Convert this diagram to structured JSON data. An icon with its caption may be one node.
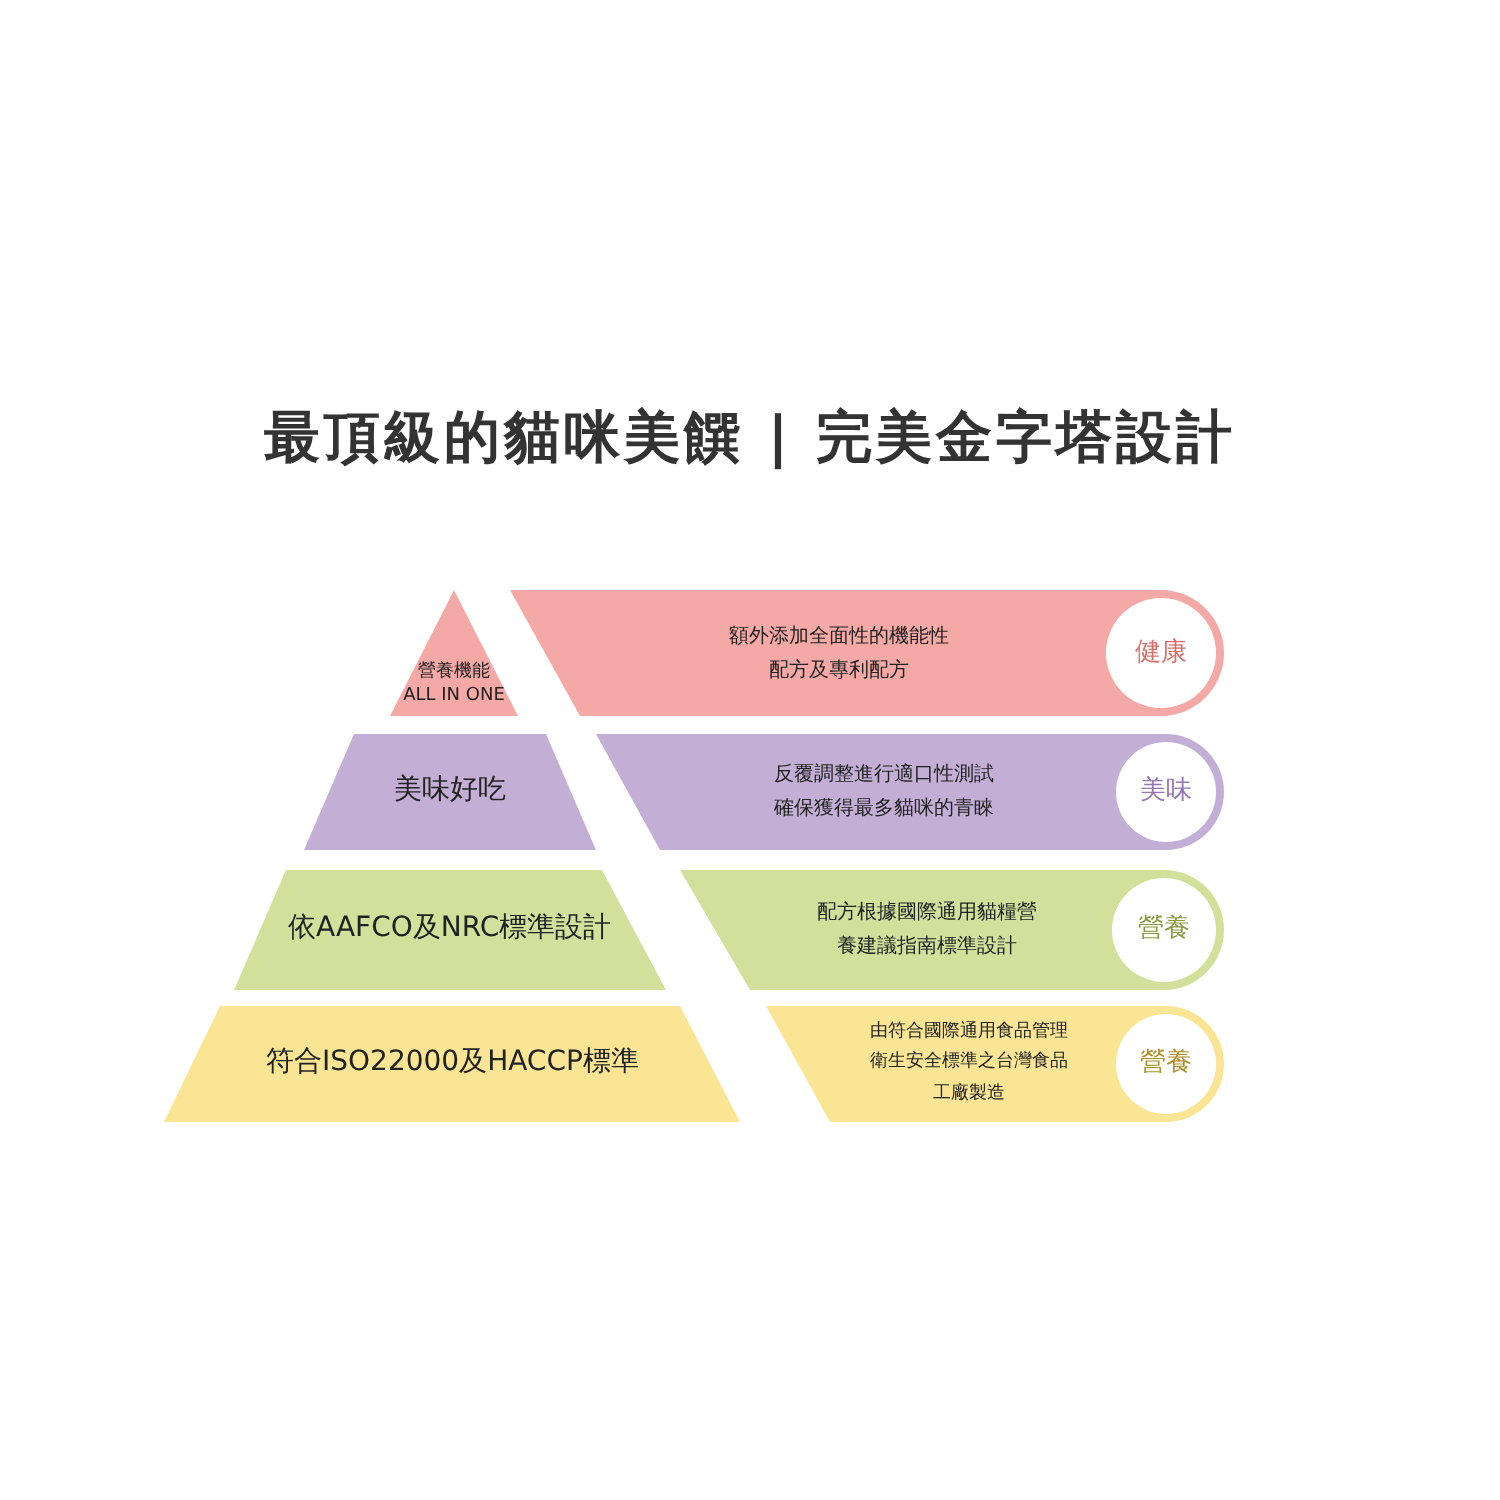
{
  "diagram": {
    "title": "最頂級的貓咪美饌 | 完美金字塔設計",
    "nodes": [
      {
        "text": [
          "營養機能 ALL IN ONE"
        ]
      },
      {
        "text": [
          "美味好吃"
        ]
      },
      {
        "text": [
          "依AAFCO及NRC標準設計"
        ]
      },
      {
        "text": [
          "符合ISO22000及HACCP標準"
        ]
      },
      {
        "text": [
          "額外添加全面性的機能性配方及專利配方"
        ]
      },
      {
        "text": [
          "健康"
        ],
        "in": 4
      },
      {
        "text": [
          "反覆調整進行適口性測試確保獲得最多貓咪的青睞"
        ]
      },
      {
        "text": [
          "美味"
        ],
        "in": 6
      },
      {
        "text": [
          "配方根據國際通用貓糧營養建議指南標準設計"
        ]
      },
      {
        "text": [
          "營養"
        ],
        "in": 8
      },
      {
        "text": [
          "由符合國際通用食品管理衛生安全標準之台灣食品工廠製造"
        ]
      },
      {
        "text": [
          "營養"
        ],
        "in": 10
      }
    ],
    "edges": []
  }
}
